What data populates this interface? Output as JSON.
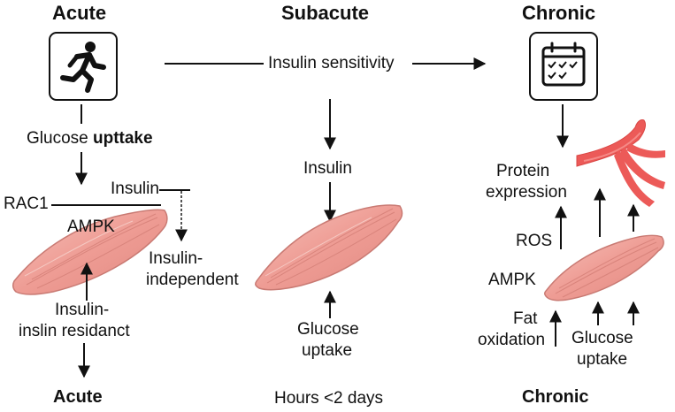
{
  "headers": {
    "acute": "Acute",
    "subacute": "Subacute",
    "chronic": "Chronic"
  },
  "top_arrow": {
    "label": "Insulin sensitivity"
  },
  "acute": {
    "icon": "running-person-icon",
    "glucose_prefix": "Glucose ",
    "glucose_bold": "upttake",
    "rac1": "RAC1",
    "insulin": "Insulin",
    "ampk": "AMPK",
    "insulin_independent_line1": "Insulin-",
    "insulin_independent_line2": "independent",
    "resistant_line1": "Insulin-",
    "resistant_line2": "inslin residanct"
  },
  "subacute": {
    "insulin": "Insulin",
    "glucose_line1": "Glucose",
    "glucose_line2": "uptake"
  },
  "chronic": {
    "icon": "calendar-checklist-icon",
    "protein_line1": "Protein",
    "protein_line2": "expression",
    "ros": "ROS",
    "ampk": "AMPK",
    "fat_line1": "Fat",
    "fat_line2": "oxidation",
    "glucose_line1": "Glucose",
    "glucose_line2": "uptake",
    "vessel_icon": "blood-vessel-icon"
  },
  "footer": {
    "acute": "Acute",
    "timespan": "Hours <2 days",
    "chronic": "Chronic"
  },
  "colors": {
    "muscle_fill": "#f0a39b",
    "muscle_stroke": "#c97a73",
    "vessel": "#ec5a58",
    "line": "#111111"
  }
}
